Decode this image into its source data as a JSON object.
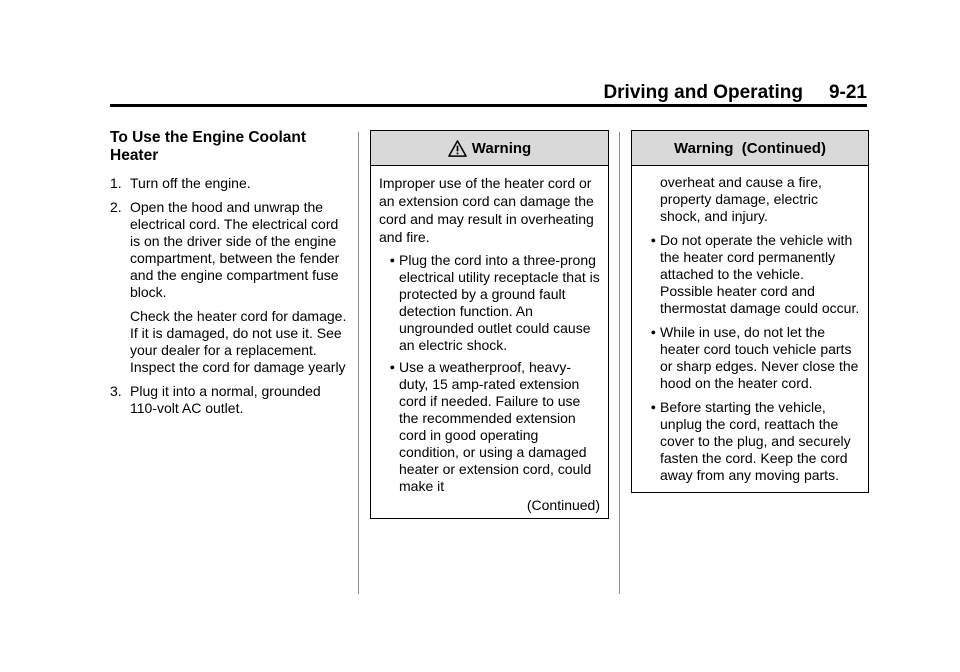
{
  "header": {
    "section_title": "Driving and Operating",
    "page_number": "9-21"
  },
  "left_column": {
    "heading": "To Use the Engine Coolant Heater",
    "steps": [
      {
        "num": "1.",
        "text": "Turn off the engine."
      },
      {
        "num": "2.",
        "text": "Open the hood and unwrap the electrical cord. The electrical cord is on the driver side of the engine compartment, between the fender and the engine compartment fuse block.",
        "extra": "Check the heater cord for damage. If it is damaged, do not use it. See your dealer for a replacement. Inspect the cord for damage yearly"
      },
      {
        "num": "3.",
        "text": "Plug it into a normal, grounded 110-volt AC outlet."
      }
    ]
  },
  "warning_box": {
    "title": "Warning",
    "intro": "Improper use of the heater cord or an extension cord can damage the cord and may result in overheating and fire.",
    "bullets": [
      "Plug the cord into a three-prong electrical utility receptacle that is protected by a ground fault detection function. An ungrounded outlet could cause an electric shock.",
      "Use a weatherproof, heavy-duty, 15 amp-rated extension cord if needed. Failure to use the recommended extension cord in good operating condition, or using a damaged heater or extension cord, could make it"
    ],
    "continued": "(Continued)"
  },
  "warning_continued_box": {
    "title": "Warning  (Continued)",
    "lead": "overheat and cause a fire, property damage, electric shock, and injury.",
    "bullets": [
      "Do not operate the vehicle with the heater cord permanently attached to the vehicle. Possible heater cord and thermostat damage could occur.",
      "While in use, do not let the heater cord touch vehicle parts or sharp edges. Never close the hood on the heater cord.",
      "Before starting the vehicle, unplug the cord, reattach the cover to the plug, and securely fasten the cord. Keep the cord away from any moving parts."
    ]
  },
  "icons": {
    "warning": "warning-triangle-icon",
    "bullet": "bullet-icon"
  }
}
